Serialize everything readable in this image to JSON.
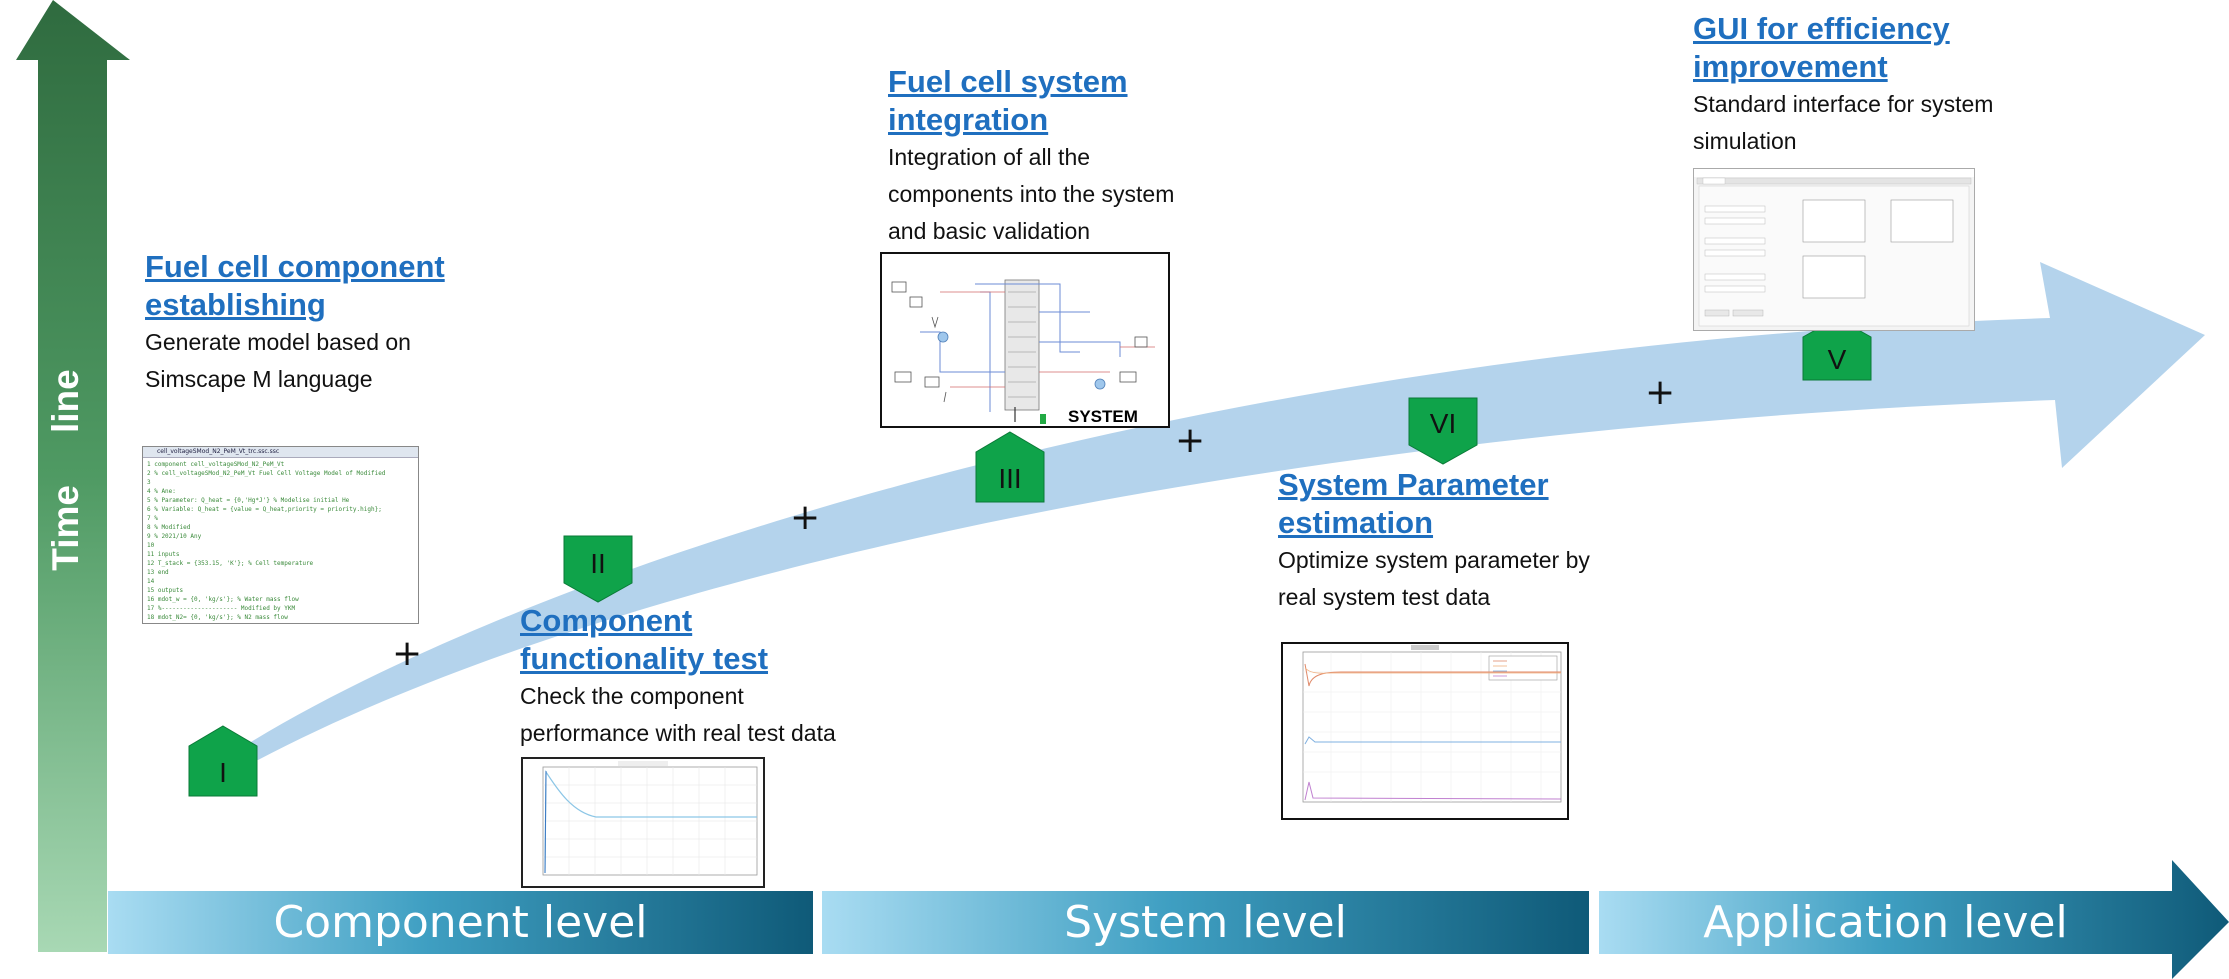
{
  "axis": {
    "label_time": "Time",
    "label_line": "line"
  },
  "levels": [
    {
      "label": "Component level"
    },
    {
      "label": "System level"
    },
    {
      "label": "Application level"
    }
  ],
  "milestones": [
    {
      "marker": "I",
      "title_line1": "Fuel cell component",
      "title_line2": "establishing",
      "desc_line1": "Generate model based on",
      "desc_line2": "Simscape M language"
    },
    {
      "marker": "II",
      "title_line1": "Component",
      "title_line2": "functionality test",
      "desc_line1": "Check the component",
      "desc_line2": "performance with real test data"
    },
    {
      "marker": "III",
      "title_line1": "Fuel cell system",
      "title_line2": "integration",
      "desc_line1": "Integration of all the",
      "desc_line2": "components into the system",
      "desc_line3": "and basic validation"
    },
    {
      "marker": "VI",
      "title_line1": "System Parameter",
      "title_line2": "estimation",
      "desc_line1": "Optimize system parameter by",
      "desc_line2": "real system test data"
    },
    {
      "marker": "V",
      "title_line1": "GUI for efficiency",
      "title_line2": "improvement",
      "desc_line1": "Standard interface for system",
      "desc_line2": "simulation"
    }
  ],
  "plus_sign": "+",
  "system_thumb_label": "SYSTEM",
  "code_thumb": {
    "tab": "cell_voltageSMod_N2_PeM_Vt_trc.ssc.ssc",
    "lines": [
      "1  component cell_voltageSMod_N2_PeM_Vt",
      "2  % cell_voltageSMod_N2_PeM_Vt Fuel Cell Voltage Model of Modified",
      "3",
      "4  % Ane:",
      "5  % Parameter:  Q_heat = {0,'Hg*J'}         % Modelise initial He",
      "6  % Variable: Q_heat = {value = Q_heat,priority = priority.high};",
      "7  %",
      "8  % Modified",
      "9  % 2021/10 Any",
      "10",
      "11 inputs",
      "12   T_stack = {353.15, 'K'};        % Cell temperature",
      "13 end",
      "14",
      "15 outputs",
      "16   mdot_w = {0, 'kg/s'};           % Water mass flow",
      "17 %--------------------- Modified by YKM",
      "18   mdot_N2= {0, 'kg/s'};           % N2 mass flow"
    ]
  },
  "colors": {
    "accent_blue": "#1f6fbf",
    "marker_green": "#0fa34a",
    "arrow_blue": "#b4d3ec",
    "time_axis_top": "#2f6b3f",
    "time_axis_bottom": "#a8d8b4"
  }
}
